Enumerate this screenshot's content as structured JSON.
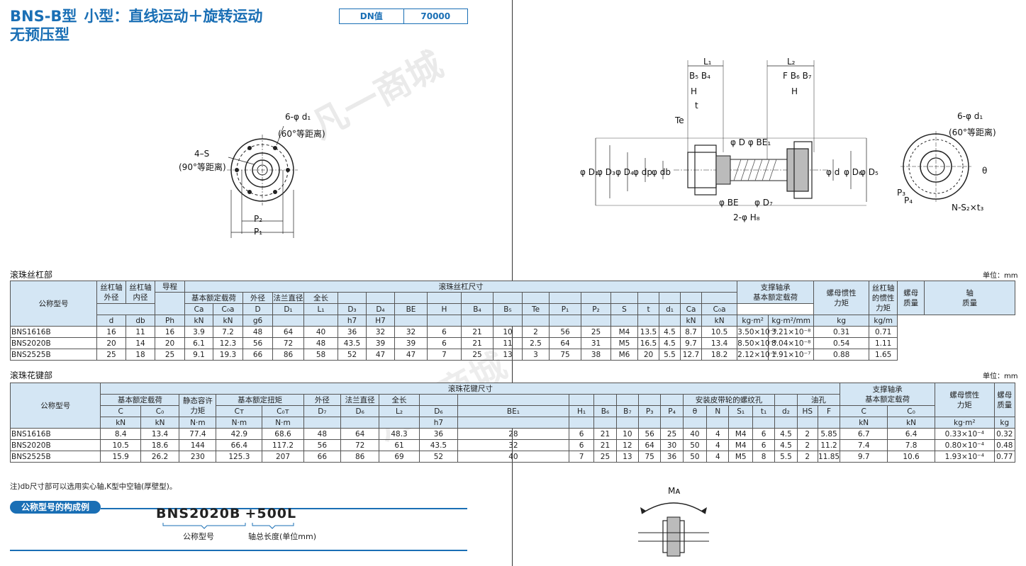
{
  "header": {
    "title_model": "BNS-B型",
    "title_desc": "小型：直线运动＋旋转运动",
    "title_sub": "无预压型",
    "dn_label": "DN值",
    "dn_value": "70000"
  },
  "watermark": "凡一商城",
  "diagram_labels": {
    "six_d1": "6-φ d₁",
    "equal_60": "(60°等距离)",
    "four_s": "4–S",
    "equal_90": "(90°等距离)",
    "p2": "P₂",
    "p1": "P₁",
    "L1": "L₁",
    "L2": "L₂",
    "B5B4": "B₅ B₄",
    "FB6B7": "F  B₆ B₇",
    "H": "H",
    "t": "t",
    "Te": "Te",
    "D1": "φ D₁",
    "D3": "φ D₃",
    "D4": "φ D₄",
    "dp": "φ dp",
    "db": "φ db",
    "D_BE1": "φ D φ BE₁",
    "d": "φ d",
    "D6": "φ D₆",
    "D5": "φ D₅",
    "BE": "φ BE",
    "D7": "φ D₇",
    "H8": "2-φ H₈",
    "theta": "θ",
    "P3": "P₃",
    "P4": "P₄",
    "NS2t3": "N-S₂×t₃",
    "MA": "Mᴀ"
  },
  "screw_section": {
    "title": "滚珠丝杠部",
    "unit": "单位：mm",
    "headers": {
      "model": "公称型号",
      "shaft_od": "丝杠轴\n外径",
      "shaft_id": "丝杠轴\n内径",
      "lead": "导程",
      "dims": "滚珠丝杠尺寸",
      "rated_load": "基本额定载荷",
      "od": "外径",
      "flange": "法兰直径",
      "length": "全长",
      "support": "支撑轴承\n基本额定载荷",
      "nut_inertia": "螺母惯性\n力矩",
      "shaft_inertia": "丝杠轴的惯性\n力矩",
      "nut_mass": "螺母\n质量",
      "shaft_mass": "轴\n质量"
    },
    "sym": [
      "Ca",
      "C₀a",
      "D",
      "D₁",
      "L₁",
      "D₃",
      "D₄",
      "BE",
      "H",
      "B₄",
      "B₅",
      "Te",
      "P₁",
      "P₂",
      "S",
      "t",
      "d₁",
      "Ca",
      "C₀a"
    ],
    "units": [
      "d",
      "db",
      "Ph",
      "kN",
      "kN",
      "g6",
      "",
      "",
      "h7",
      "H7",
      "",
      "",
      "",
      "",
      "",
      "",
      "",
      "",
      "",
      "",
      "kN",
      "kN",
      "kg·m²",
      "kg·m²/mm",
      "kg",
      "kg/m"
    ],
    "rows": [
      [
        "BNS1616B",
        "16",
        "11",
        "16",
        "3.9",
        "7.2",
        "48",
        "64",
        "40",
        "36",
        "32",
        "32",
        "6",
        "21",
        "10",
        "2",
        "56",
        "25",
        "M4",
        "13.5",
        "4.5",
        "8.7",
        "10.5",
        "3.50×10⁻⁶",
        "3.21×10⁻⁸",
        "0.31",
        "0.71"
      ],
      [
        "BNS2020B",
        "20",
        "14",
        "20",
        "6.1",
        "12.3",
        "56",
        "72",
        "48",
        "43.5",
        "39",
        "39",
        "6",
        "21",
        "11",
        "2.5",
        "64",
        "31",
        "M5",
        "16.5",
        "4.5",
        "9.7",
        "13.4",
        "8.50×10⁻⁶",
        "8.04×10⁻⁸",
        "0.54",
        "1.11"
      ],
      [
        "BNS2525B",
        "25",
        "18",
        "25",
        "9.1",
        "19.3",
        "66",
        "86",
        "58",
        "52",
        "47",
        "47",
        "7",
        "25",
        "13",
        "3",
        "75",
        "38",
        "M6",
        "20",
        "5.5",
        "12.7",
        "18.2",
        "2.12×10⁻⁴",
        "1.91×10⁻⁷",
        "0.88",
        "1.65"
      ]
    ]
  },
  "spline_section": {
    "title": "滚珠花键部",
    "unit": "单位：mm",
    "headers": {
      "model": "公称型号",
      "dims": "滚珠花键尺寸",
      "rated_load": "基本额定载荷",
      "static_torque": "静态容许\n力矩",
      "rated_torque": "基本额定扭矩",
      "od": "外径",
      "flange": "法兰直径",
      "length": "全长",
      "pulley": "安装皮带轮的螺纹孔",
      "oil": "油孔",
      "support": "支撑轴承\n基本额定载荷",
      "nut_inertia": "螺母惯性\n力矩",
      "nut_mass": "螺母\n质量"
    },
    "sym": [
      "C",
      "C₀",
      "Mᴀ",
      "Cᴛ",
      "C₀ᴛ",
      "D₇",
      "D₆",
      "L₂",
      "D₆",
      "BE₁",
      "H₁",
      "B₆",
      "B₇",
      "P₃",
      "P₄",
      "θ",
      "N",
      "S₁",
      "t₁",
      "d₂",
      "HS",
      "F",
      "C",
      "C₀"
    ],
    "units": [
      "kN",
      "kN",
      "N·m",
      "N·m",
      "N·m",
      "",
      "",
      "",
      "h7",
      "",
      "",
      "",
      "",
      "",
      "",
      "",
      "",
      "",
      "",
      "",
      "",
      "",
      "kN",
      "kN",
      "kg·m²",
      "kg"
    ],
    "rows": [
      [
        "BNS1616B",
        "8.4",
        "13.4",
        "77.4",
        "42.9",
        "68.6",
        "48",
        "64",
        "48.3",
        "36",
        "28",
        "6",
        "21",
        "10",
        "56",
        "25",
        "40",
        "4",
        "M4",
        "6",
        "4.5",
        "2",
        "5.85",
        "6.7",
        "6.4",
        "0.33×10⁻⁴",
        "0.32"
      ],
      [
        "BNS2020B",
        "10.5",
        "18.6",
        "144",
        "66.4",
        "117.2",
        "56",
        "72",
        "61",
        "43.5",
        "32",
        "6",
        "21",
        "12",
        "64",
        "30",
        "50",
        "4",
        "M4",
        "6",
        "4.5",
        "2",
        "11.2",
        "7.4",
        "7.8",
        "0.80×10⁻⁴",
        "0.48"
      ],
      [
        "BNS2525B",
        "15.9",
        "26.2",
        "230",
        "125.3",
        "207",
        "66",
        "86",
        "69",
        "52",
        "40",
        "7",
        "25",
        "13",
        "75",
        "36",
        "50",
        "4",
        "M5",
        "8",
        "5.5",
        "2",
        "11.85",
        "9.7",
        "10.6",
        "1.93×10⁻⁴",
        "0.77"
      ]
    ]
  },
  "footer": {
    "note": "注)db尺寸部可以选用实心轴,K型中空轴(厚壁型)。",
    "pill": "公称型号的构成例",
    "model_code": "BNS2020B",
    "model_len": "+500L",
    "cap_model": "公称型号",
    "cap_len": "轴总长度(单位mm)"
  },
  "colors": {
    "accent": "#1a6fb5",
    "header_bg": "#d4e6f4"
  }
}
